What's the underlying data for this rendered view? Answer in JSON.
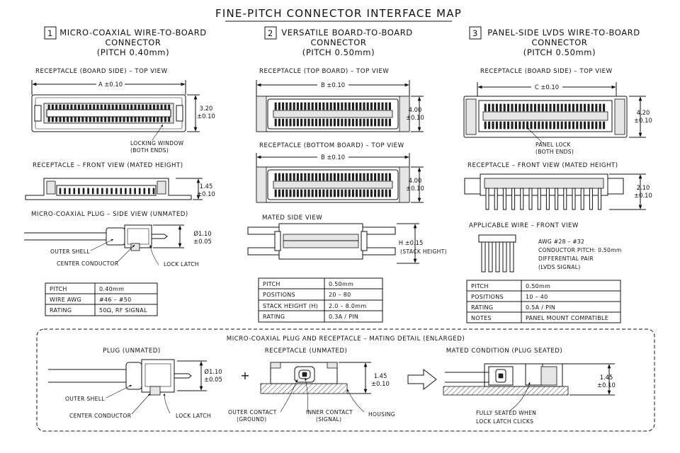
{
  "title": "FINE-PITCH CONNECTOR INTERFACE MAP",
  "sections": [
    {
      "number": "1",
      "title_line1": "MICRO-COAXIAL WIRE-TO-BOARD",
      "title_line2": "CONNECTOR",
      "pitch": "(PITCH 0.40mm)",
      "views": {
        "top": "RECEPTACLE (BOARD SIDE) – TOP VIEW",
        "front": "RECEPTACLE – FRONT VIEW (MATED HEIGHT)",
        "plug": "MICRO-COAXIAL PLUG – SIDE VIEW (UNMATED)"
      },
      "dims": {
        "width": "A ±0.10",
        "depth1": "3.20",
        "depth2": "±0.10",
        "height1": "1.45",
        "height2": "±0.10",
        "dia1": "Ø1.10",
        "dia2": "±0.05"
      },
      "callouts": {
        "lock_window1": "LOCKING WINDOW",
        "lock_window2": "(BOTH ENDS)",
        "outer_shell": "OUTER SHELL",
        "center_conductor": "CENTER CONDUCTOR",
        "lock_latch": "LOCK LATCH"
      },
      "specs": [
        {
          "label": "PITCH",
          "value": "0.40mm"
        },
        {
          "label": "WIRE AWG",
          "value": "#46 – #50"
        },
        {
          "label": "RATING",
          "value": "50Ω, RF SIGNAL"
        }
      ]
    },
    {
      "number": "2",
      "title_line1": "VERSATILE BOARD-TO-BOARD",
      "title_line2": "CONNECTOR",
      "pitch": "(PITCH 0.50mm)",
      "views": {
        "top": "RECEPTACLE (TOP BOARD) – TOP VIEW",
        "bottom": "RECEPTACLE (BOTTOM BOARD) – TOP VIEW",
        "mated": "MATED SIDE VIEW"
      },
      "dims": {
        "width_top": "B ±0.10",
        "depth_top1": "4.00",
        "depth_top2": "±0.10",
        "width_bottom": "B ±0.10",
        "depth_bottom1": "4.00",
        "depth_bottom2": "±0.10",
        "stack1": "H ±0.15",
        "stack2": "(STACK HEIGHT)"
      },
      "specs": [
        {
          "label": "PITCH",
          "value": "0.50mm"
        },
        {
          "label": "POSITIONS",
          "value": "20 – 80"
        },
        {
          "label": "STACK HEIGHT (H)",
          "value": "2.0 – 8.0mm"
        },
        {
          "label": "RATING",
          "value": "0.3A / PIN"
        }
      ]
    },
    {
      "number": "3",
      "title_line1": "PANEL-SIDE LVDS WIRE-TO-BOARD",
      "title_line2": "CONNECTOR",
      "pitch": "(PITCH 0.50mm)",
      "views": {
        "top": "RECEPTACLE (BOARD SIDE) – TOP VIEW",
        "front": "RECEPTACLE – FRONT VIEW (MATED HEIGHT)",
        "wire": "APPLICABLE WIRE – FRONT VIEW"
      },
      "dims": {
        "width": "C ±0.10",
        "depth1": "4.20",
        "depth2": "±0.10",
        "height1": "2.10",
        "height2": "±0.10"
      },
      "callouts": {
        "panel_lock1": "PANEL LOCK",
        "panel_lock2": "(BOTH ENDS)"
      },
      "wire_notes": [
        "AWG #28 – #32",
        "CONDUCTOR PITCH: 0.50mm",
        "DIFFERENTIAL PAIR",
        "(LVDS SIGNAL)"
      ],
      "specs": [
        {
          "label": "PITCH",
          "value": "0.50mm"
        },
        {
          "label": "POSITIONS",
          "value": "10 – 40"
        },
        {
          "label": "RATING",
          "value": "0.5A / PIN"
        },
        {
          "label": "NOTES",
          "value": "PANEL MOUNT COMPATIBLE"
        }
      ]
    }
  ],
  "detail": {
    "title": "MICRO-COAXIAL PLUG AND RECEPTACLE – MATING DETAIL (ENLARGED)",
    "plug_label": "PLUG (UNMATED)",
    "receptacle_label": "RECEPTACLE (UNMATED)",
    "mated_label": "MATED CONDITION (PLUG SEATED)",
    "plus": "+",
    "plug_dia1": "Ø1.10",
    "plug_dia2": "±0.05",
    "rec_h1": "1.45",
    "rec_h2": "±0.10",
    "mated_h1": "1.45",
    "mated_h2": "±0.10",
    "outer_shell": "OUTER SHELL",
    "center_conductor": "CENTER CONDUCTOR",
    "lock_latch": "LOCK LATCH",
    "outer_contact1": "OUTER CONTACT",
    "outer_contact2": "(GROUND)",
    "inner_contact1": "INNER CONTACT",
    "inner_contact2": "(SIGNAL)",
    "housing": "HOUSING",
    "seated1": "FULLY SEATED WHEN",
    "seated2": "LOCK LATCH CLICKS"
  }
}
